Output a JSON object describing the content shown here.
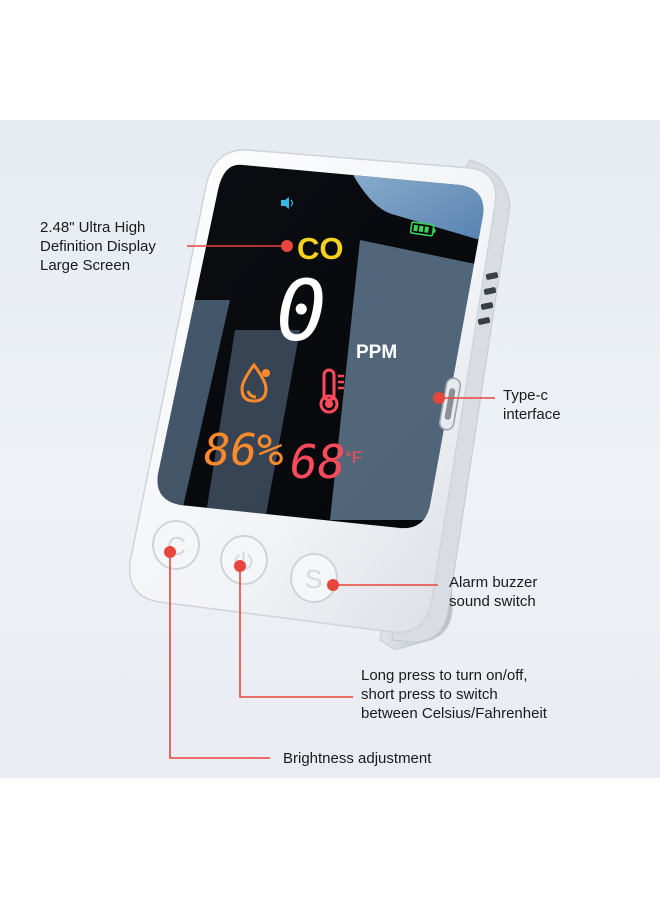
{
  "screen": {
    "gas": "CO",
    "reading": "0",
    "unit": "PPM",
    "humidity": "86%",
    "temperature": "68",
    "temp_unit": "°F"
  },
  "buttons": [
    {
      "label": "C",
      "function": "brightness"
    },
    {
      "label": "⏻",
      "function": "power-unit"
    },
    {
      "label": "S",
      "function": "sound"
    }
  ],
  "callouts": {
    "display": "2.48\" Ultra High\nDefinition Display\nLarge Screen",
    "typec": "Type-c\ninterface",
    "alarm": "Alarm buzzer\nsound switch",
    "power": "Long press to turn on/off,\nshort press to switch\nbetween Celsius/Fahrenheit",
    "brightness": "Brightness adjustment"
  },
  "colors": {
    "background": "#e9edf3",
    "callout_line": "#e8453c",
    "co_text": "#f6d21c",
    "co_dot": "#e8453c",
    "humidity": "#ff8a2b",
    "temperature": "#ff4b5c",
    "battery": "#3bd15a",
    "speaker": "#39b6e6"
  }
}
